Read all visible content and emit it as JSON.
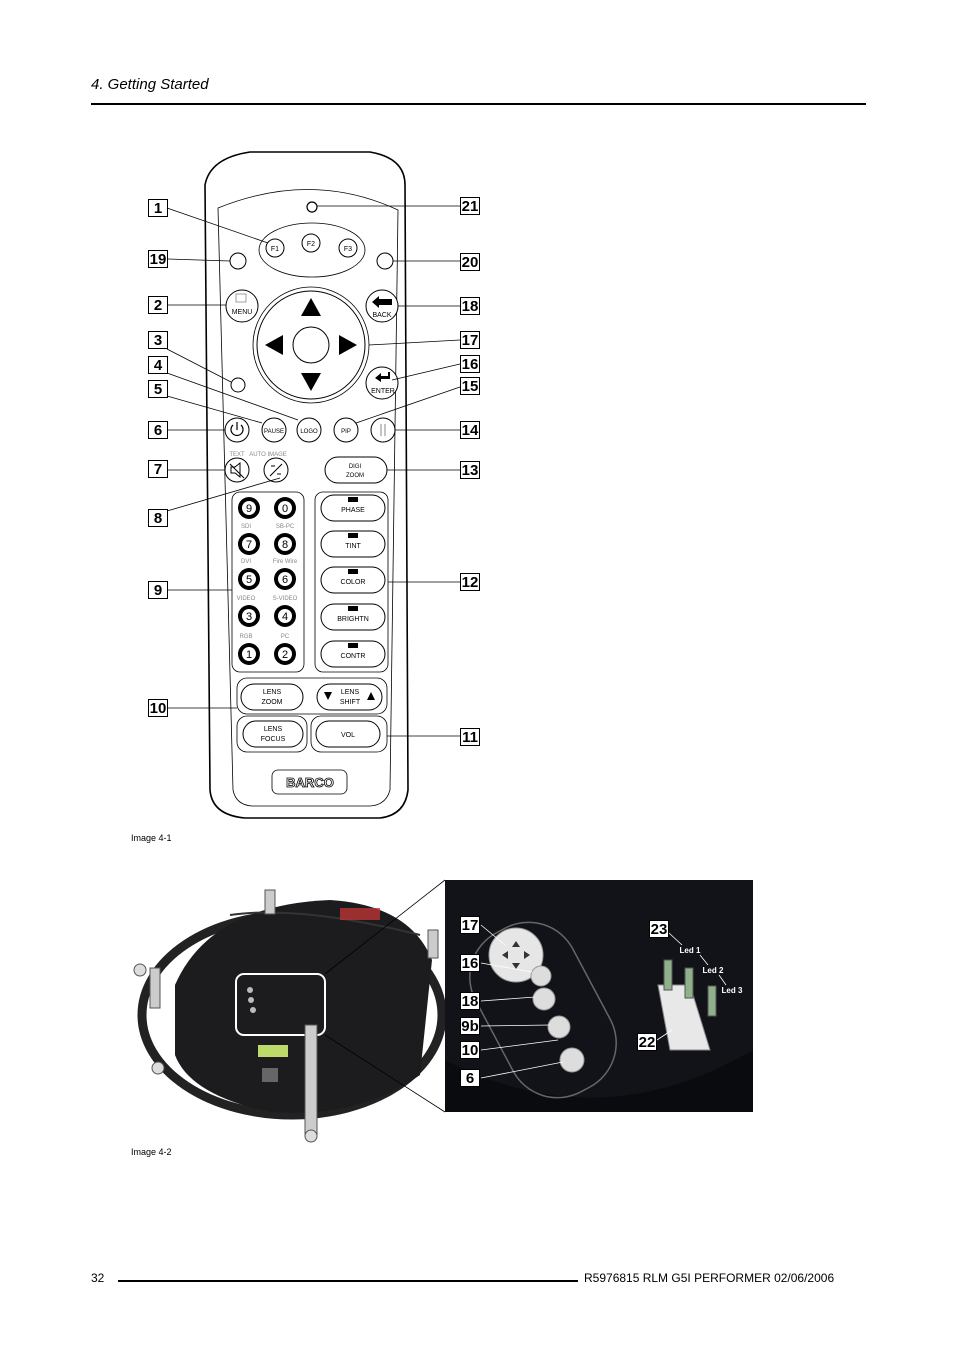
{
  "header": {
    "title": "4. Getting Started"
  },
  "remote": {
    "buttons": {
      "f1": "F1",
      "f2": "F2",
      "f3": "F3",
      "menu": "MENU",
      "back": "BACK",
      "enter": "ENTER",
      "pause": "PAUSE",
      "logo": "LOGO",
      "pip": "PIP",
      "text": "TEXT",
      "auto_image": "AUTO IMAGE",
      "digi_zoom": [
        "DIGI",
        "ZOOM"
      ],
      "phase": "PHASE",
      "tint": "TINT",
      "color": "COLOR",
      "brightn": "BRIGHTN",
      "contr": "CONTR",
      "lens_zoom": [
        "LENS",
        "ZOOM"
      ],
      "lens_shift": [
        "LENS",
        "SHIFT"
      ],
      "lens_focus": [
        "LENS",
        "FOCUS"
      ],
      "vol": "VOL"
    },
    "keypad": [
      {
        "labels": [
          "9",
          "0"
        ],
        "source": [
          "",
          ""
        ]
      },
      {
        "labels": [
          "7",
          "8"
        ],
        "source": [
          "SDI",
          "SB-PC"
        ]
      },
      {
        "labels": [
          "5",
          "6"
        ],
        "source": [
          "DVI",
          "Fire Wire"
        ]
      },
      {
        "labels": [
          "3",
          "4"
        ],
        "source": [
          "VIDEO",
          "S-VIDEO"
        ]
      },
      {
        "labels": [
          "1",
          "2"
        ],
        "source": [
          "RGB",
          "PC"
        ]
      }
    ],
    "brand": "BARCO",
    "callouts_left": [
      "1",
      "19",
      "2",
      "3",
      "4",
      "5",
      "6",
      "7",
      "8",
      "9",
      "10"
    ],
    "callouts_right": [
      "21",
      "20",
      "18",
      "17",
      "16",
      "15",
      "14",
      "13",
      "12",
      "11"
    ]
  },
  "caption_1": "Image 4-1",
  "detail": {
    "callouts_left": [
      "17",
      "16",
      "18",
      "9b",
      "10",
      "6"
    ],
    "callouts_right": [
      "23",
      "22"
    ],
    "leds": [
      "Led 1",
      "Led 2",
      "Led 3"
    ]
  },
  "caption_2": "Image 4-2",
  "footer": {
    "page": "32",
    "doc": "R5976815  RLM G5I PERFORMER  02/06/2006"
  }
}
